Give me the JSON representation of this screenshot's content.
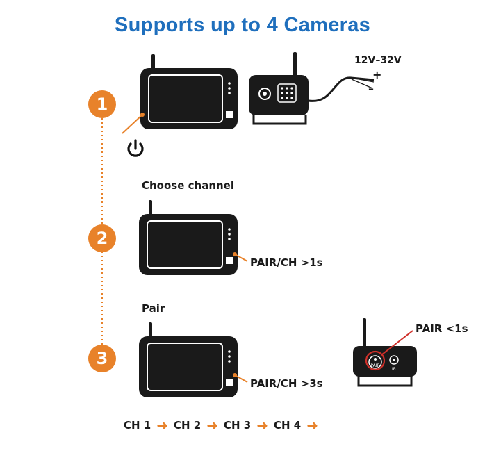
{
  "title": "Supports up to 4 Cameras",
  "steps": [
    "1",
    "2",
    "3"
  ],
  "voltage": "12V–32V",
  "plus": "+",
  "minus": "–",
  "choose_channel": "Choose channel",
  "pair": "Pair",
  "pair_ch_1s": "PAIR/CH >1s",
  "pair_ch_3s": "PAIR/CH >3s",
  "pair_1s": "PAIR <1s",
  "camera_button_label": "PAIR",
  "camera_ir_label": "IR",
  "channels": [
    "CH 1",
    "CH 2",
    "CH 3",
    "CH 4"
  ],
  "colors": {
    "title": "#1f6fbd",
    "accent": "#e8822a",
    "device": "#1a1a1a",
    "camera_button_ring": "#d0302a"
  }
}
